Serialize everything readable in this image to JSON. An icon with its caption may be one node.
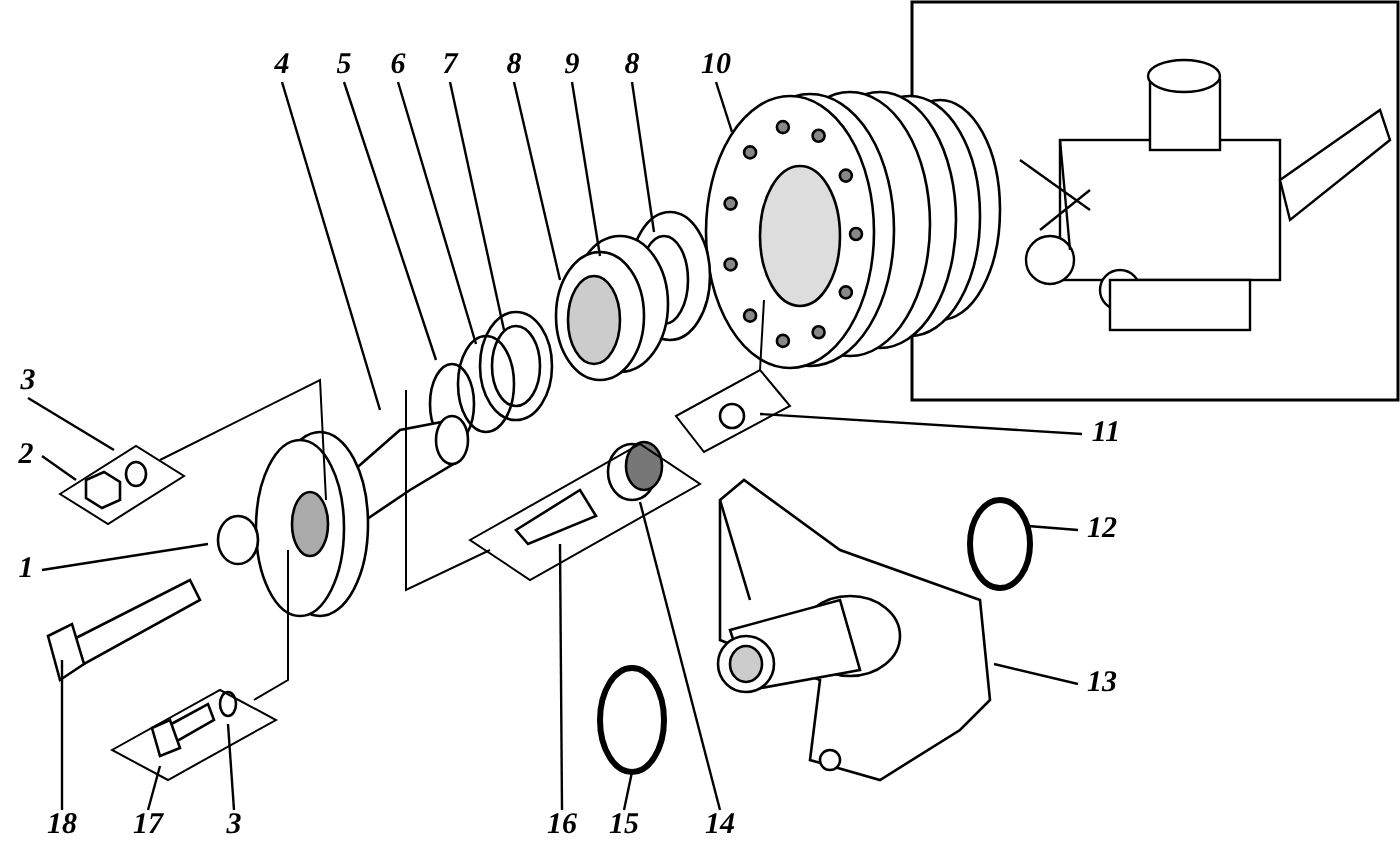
{
  "diagram": {
    "nodes": [
      {
        "text": [
          "4"
        ]
      },
      {
        "text": [
          "5"
        ]
      },
      {
        "text": [
          "6"
        ]
      },
      {
        "text": [
          "7"
        ]
      },
      {
        "text": [
          "8"
        ]
      },
      {
        "text": [
          "9"
        ]
      },
      {
        "text": [
          "8"
        ]
      },
      {
        "text": [
          "10"
        ]
      },
      {
        "text": [
          "3"
        ]
      },
      {
        "text": [
          "2"
        ]
      },
      {
        "text": [
          "1"
        ]
      },
      {
        "text": [
          "11"
        ]
      },
      {
        "text": [
          "12"
        ]
      },
      {
        "text": [
          "13"
        ]
      },
      {
        "text": [
          "18"
        ]
      },
      {
        "text": [
          "17"
        ]
      },
      {
        "text": [
          "3"
        ]
      },
      {
        "text": [
          "16"
        ]
      },
      {
        "text": [
          "15"
        ]
      },
      {
        "text": [
          "14"
        ]
      }
    ],
    "edges": [
      {
        "from": 0,
        "to": null,
        "arrow": "none"
      },
      {
        "from": 1,
        "to": null,
        "arrow": "none"
      },
      {
        "from": 2,
        "to": null,
        "arrow": "none"
      },
      {
        "from": 3,
        "to": null,
        "arrow": "none"
      },
      {
        "from": 4,
        "to": null,
        "arrow": "none"
      },
      {
        "from": 5,
        "to": null,
        "arrow": "none"
      },
      {
        "from": 6,
        "to": null,
        "arrow": "none"
      },
      {
        "from": 7,
        "to": null,
        "arrow": "none"
      },
      {
        "from": 8,
        "to": null,
        "arrow": "none"
      },
      {
        "from": 9,
        "to": null,
        "arrow": "none"
      },
      {
        "from": 10,
        "to": null,
        "arrow": "none"
      },
      {
        "from": 11,
        "to": null,
        "arrow": "none"
      },
      {
        "from": 12,
        "to": null,
        "arrow": "none"
      },
      {
        "from": 13,
        "to": null,
        "arrow": "none"
      },
      {
        "from": 14,
        "to": null,
        "arrow": "none"
      },
      {
        "from": 15,
        "to": null,
        "arrow": "none"
      },
      {
        "from": 16,
        "to": null,
        "arrow": "none"
      },
      {
        "from": 17,
        "to": null,
        "arrow": "none"
      },
      {
        "from": 18,
        "to": null,
        "arrow": "none"
      },
      {
        "from": 19,
        "to": null,
        "arrow": "none"
      }
    ]
  }
}
